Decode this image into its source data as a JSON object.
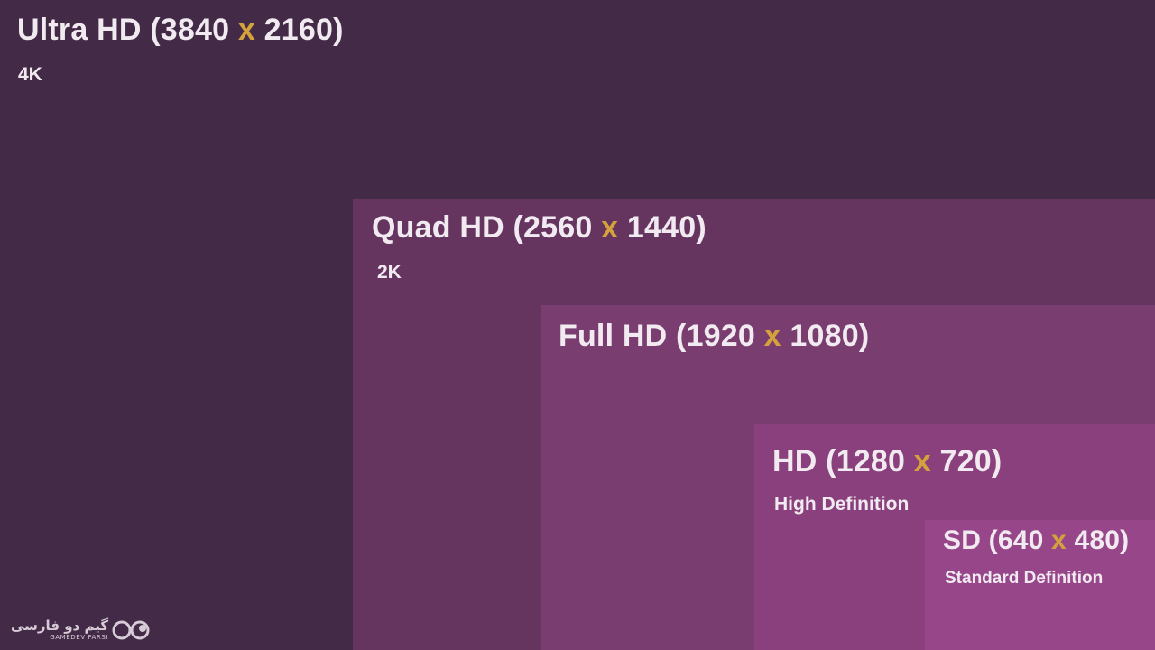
{
  "resolutions": [
    {
      "id": "4k",
      "name": "Ultra HD",
      "width": "3840",
      "height": "2160",
      "separator": "x",
      "subtitle": "4K",
      "color": "#432a46"
    },
    {
      "id": "2k",
      "name": "Quad HD",
      "width": "2560",
      "height": "1440",
      "separator": "x",
      "subtitle": "2K",
      "color": "#66355f"
    },
    {
      "id": "fhd",
      "name": "Full HD",
      "width": "1920",
      "height": "1080",
      "separator": "x",
      "subtitle": "",
      "color": "#7a3d70"
    },
    {
      "id": "hd",
      "name": "HD",
      "width": "1280",
      "height": "720",
      "separator": "x",
      "subtitle": "High Definition",
      "color": "#8a407c"
    },
    {
      "id": "sd",
      "name": "SD",
      "width": "640",
      "height": "480",
      "separator": "x",
      "subtitle": "Standard Definition",
      "color": "#97468a"
    }
  ],
  "accent_color": "#d4a23c",
  "logo": {
    "text_fa": "گیم دو فارسی",
    "text_en": "GAMEDEV FARSI",
    "icon": "gamedev-farsi-logo-icon"
  }
}
